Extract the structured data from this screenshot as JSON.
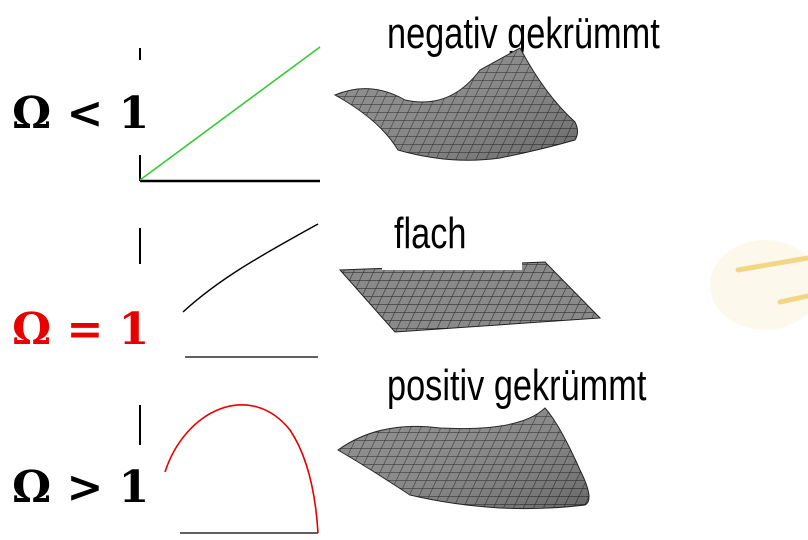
{
  "rows": [
    {
      "condition": "Ω < 1",
      "curvature": "negativ gekrümmt",
      "condition_color": "#000000",
      "curve_color": "#33cc33"
    },
    {
      "condition": "Ω = 1",
      "curvature": "flach",
      "condition_color": "#e60000",
      "curve_color": "#000000"
    },
    {
      "condition": "Ω > 1",
      "curvature": "positiv gekrümmt",
      "condition_color": "#000000",
      "curve_color": "#e60000"
    }
  ],
  "decoration": {
    "light_rays_color": "#f2d070"
  }
}
